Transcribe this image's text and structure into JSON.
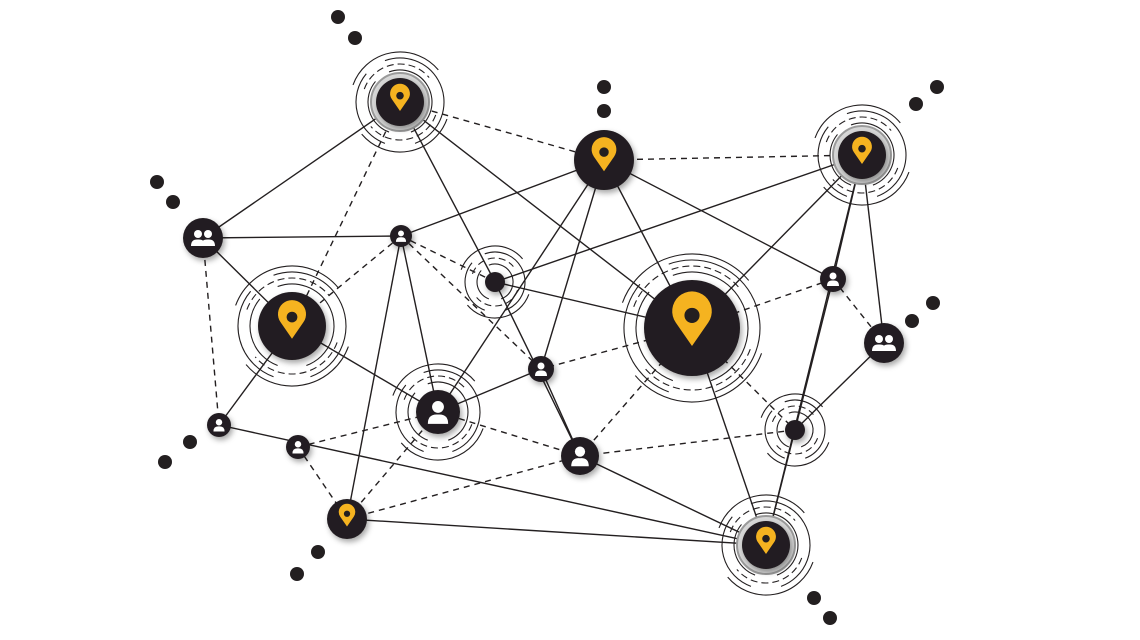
{
  "colors": {
    "node": "#231f20",
    "accent": "#f5b320",
    "line": "#231f20",
    "ring": "#9a9a9a",
    "background": "#ffffff"
  },
  "nodes": [
    {
      "id": "A",
      "type": "location-pin",
      "rings": true
    },
    {
      "id": "B",
      "type": "location-pin",
      "rings": false
    },
    {
      "id": "C",
      "type": "location-pin",
      "rings": true
    },
    {
      "id": "D",
      "type": "location-pin",
      "rings": true
    },
    {
      "id": "E",
      "type": "location-pin",
      "rings": true
    },
    {
      "id": "F",
      "type": "location-pin",
      "rings": false
    },
    {
      "id": "G",
      "type": "location-pin",
      "rings": true
    },
    {
      "id": "U1",
      "type": "user"
    },
    {
      "id": "U2",
      "type": "user"
    },
    {
      "id": "U3",
      "type": "user",
      "rings": true
    },
    {
      "id": "U4",
      "type": "user"
    },
    {
      "id": "U5",
      "type": "user"
    },
    {
      "id": "U6",
      "type": "user"
    },
    {
      "id": "U7",
      "type": "user"
    },
    {
      "id": "G1",
      "type": "group"
    },
    {
      "id": "G2",
      "type": "group"
    },
    {
      "id": "D1",
      "type": "dot",
      "rings": true
    },
    {
      "id": "D2",
      "type": "dot",
      "rings": true
    }
  ],
  "edges": [
    [
      "A",
      "G1",
      "solid"
    ],
    [
      "A",
      "B",
      "dashed"
    ],
    [
      "A",
      "D",
      "dashed"
    ],
    [
      "A",
      "D1",
      "solid"
    ],
    [
      "A",
      "E",
      "solid"
    ],
    [
      "G1",
      "U1",
      "solid"
    ],
    [
      "G1",
      "D",
      "solid"
    ],
    [
      "G1",
      "U5",
      "dashed"
    ],
    [
      "U1",
      "B",
      "solid"
    ],
    [
      "U1",
      "U3",
      "solid"
    ],
    [
      "U1",
      "F",
      "solid"
    ],
    [
      "U1",
      "U2",
      "dashed"
    ],
    [
      "U1",
      "D",
      "dashed"
    ],
    [
      "B",
      "C",
      "dashed"
    ],
    [
      "B",
      "U3",
      "solid"
    ],
    [
      "B",
      "U2",
      "solid"
    ],
    [
      "B",
      "E",
      "solid"
    ],
    [
      "B",
      "U7",
      "solid"
    ],
    [
      "D1",
      "C",
      "solid"
    ],
    [
      "D1",
      "E",
      "solid"
    ],
    [
      "D1",
      "U6",
      "solid"
    ],
    [
      "D1",
      "U1",
      "dashed"
    ],
    [
      "C",
      "E",
      "solid"
    ],
    [
      "C",
      "U7",
      "solid"
    ],
    [
      "C",
      "G2",
      "solid"
    ],
    [
      "C",
      "G",
      "solid"
    ],
    [
      "E",
      "U2",
      "dashed"
    ],
    [
      "E",
      "G",
      "solid"
    ],
    [
      "E",
      "U6",
      "dashed"
    ],
    [
      "E",
      "D2",
      "dashed"
    ],
    [
      "E",
      "U7",
      "dashed"
    ],
    [
      "U7",
      "G2",
      "dashed"
    ],
    [
      "U7",
      "G",
      "solid"
    ],
    [
      "G2",
      "D2",
      "solid"
    ],
    [
      "D2",
      "U6",
      "dashed"
    ],
    [
      "D",
      "U5",
      "solid"
    ],
    [
      "D",
      "U3",
      "solid"
    ],
    [
      "U5",
      "G",
      "solid"
    ],
    [
      "U4",
      "U3",
      "dashed"
    ],
    [
      "U4",
      "F",
      "dashed"
    ],
    [
      "F",
      "G",
      "solid"
    ],
    [
      "F",
      "U6",
      "dashed"
    ],
    [
      "F",
      "U3",
      "dashed"
    ],
    [
      "U3",
      "U6",
      "dashed"
    ],
    [
      "U3",
      "U2",
      "solid"
    ],
    [
      "U6",
      "G",
      "solid"
    ],
    [
      "U2",
      "U6",
      "solid"
    ]
  ]
}
